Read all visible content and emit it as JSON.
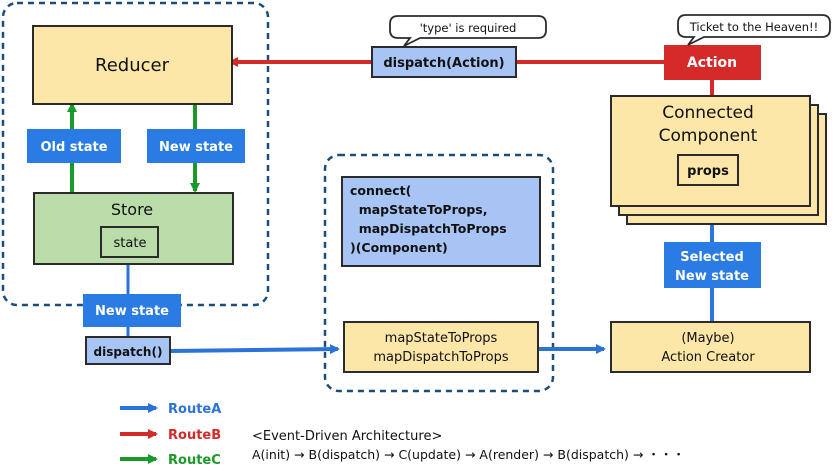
{
  "colors": {
    "route_a": "#2b73d6",
    "route_b": "#d42a2a",
    "route_c": "#1a9a28",
    "box_yellow": "#fce7a8",
    "box_green": "#b9dca8",
    "box_lightblue": "#a8c4f5",
    "label_blue": "#2b7be4",
    "action_red": "#d42a2a",
    "dashed_border": "#1b4d7a"
  },
  "nodes": {
    "reducer": "Reducer",
    "store": "Store",
    "state": "state",
    "old_state": "Old state",
    "new_state_left": "New state",
    "new_state_store": "New state",
    "dispatch_small": "dispatch()",
    "dispatch_action": "dispatch(Action)",
    "action": "Action",
    "connected_component_line1": "Connected",
    "connected_component_line2": "Component",
    "props": "props",
    "selected_line1": "Selected",
    "selected_line2": "New state",
    "connect_code": [
      "connect(",
      "  mapStateToProps,",
      "  mapDispatchToProps",
      ")(Component)"
    ],
    "map_line1": "mapStateToProps",
    "map_line2": "mapDispatchToProps",
    "creator_line1": "(Maybe)",
    "creator_line2": "Action Creator"
  },
  "callouts": {
    "type_required": "'type' is required",
    "ticket": "Ticket to the Heaven!!"
  },
  "legend": {
    "route_a": "RouteA",
    "route_b": "RouteB",
    "route_c": "RouteC"
  },
  "footer": {
    "title": "<Event-Driven Architecture>",
    "sequence": "A(init) → B(dispatch) → C(update) → A(render) → B(dispatch) → ・・・"
  }
}
